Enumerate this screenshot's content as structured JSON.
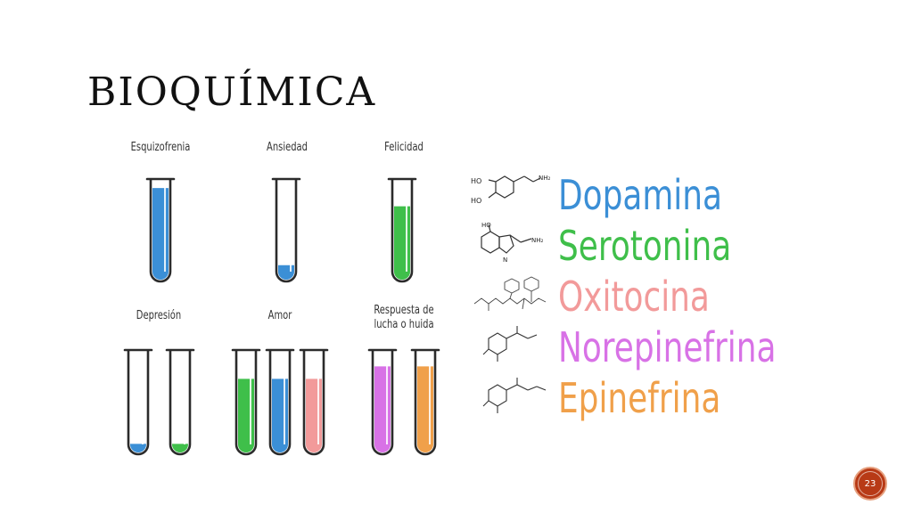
{
  "slide": {
    "title": "BIOQUÍMICA",
    "page_number": "23"
  },
  "tube_groups": [
    {
      "label": "Esquizofrenia",
      "tubes": [
        {
          "color": "#3b8fd6",
          "fill_fraction": 0.92
        }
      ]
    },
    {
      "label": "Ansiedad",
      "tubes": [
        {
          "color": "#3b8fd6",
          "fill_fraction": 0.16
        }
      ]
    },
    {
      "label": "Felicidad",
      "tubes": [
        {
          "color": "#3fbf4a",
          "fill_fraction": 0.74
        }
      ]
    },
    {
      "label": "Depresión",
      "tubes": [
        {
          "color": "#3b8fd6",
          "fill_fraction": 0.1
        },
        {
          "color": "#3fbf4a",
          "fill_fraction": 0.1
        }
      ]
    },
    {
      "label": "Amor",
      "tubes": [
        {
          "color": "#3fbf4a",
          "fill_fraction": 0.73
        },
        {
          "color": "#3b8fd6",
          "fill_fraction": 0.73
        },
        {
          "color": "#f29a9a",
          "fill_fraction": 0.73
        }
      ]
    },
    {
      "label": "Respuesta de lucha o huida",
      "tubes": [
        {
          "color": "#d872e6",
          "fill_fraction": 0.85
        },
        {
          "color": "#f0a04a",
          "fill_fraction": 0.85
        }
      ]
    }
  ],
  "neurotransmitters": [
    {
      "name": "Dopamina",
      "color": "#3b8fd6",
      "formula_labels": [
        "HO",
        "HO",
        "NH₂"
      ]
    },
    {
      "name": "Serotonina",
      "color": "#3fbf4a",
      "formula_labels": [
        "HO",
        "N",
        "NH₂"
      ]
    },
    {
      "name": "Oxitocina",
      "color": "#f29a9a",
      "formula_labels": []
    },
    {
      "name": "Norepinefrina",
      "color": "#d872e6",
      "formula_labels": []
    },
    {
      "name": "Epinefrina",
      "color": "#f0a04a",
      "formula_labels": []
    }
  ]
}
